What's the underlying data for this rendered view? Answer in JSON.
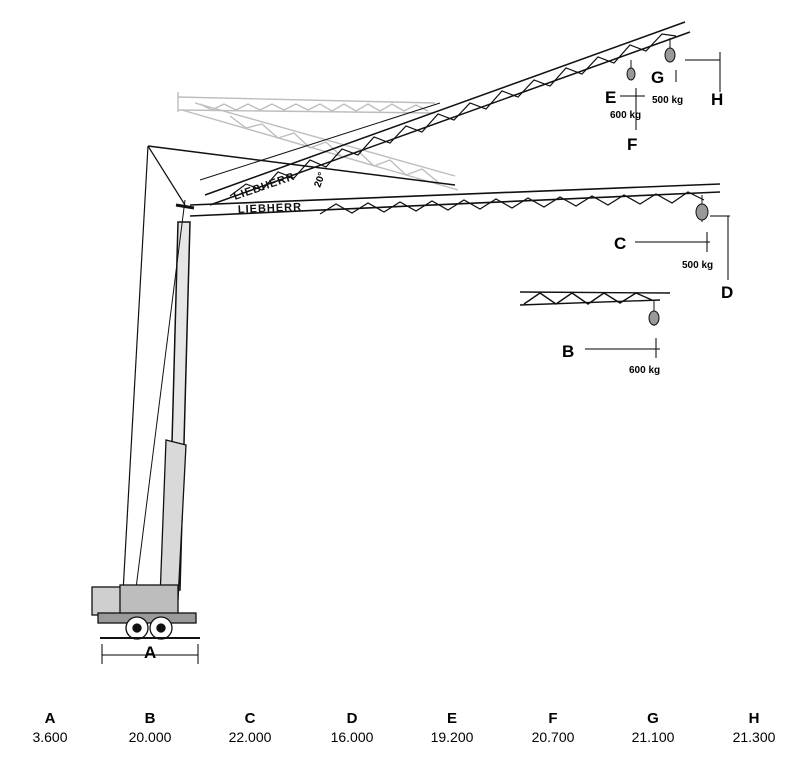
{
  "brand": "LIEBHERR",
  "angle": "20°",
  "markers": {
    "A": "A",
    "B": "B",
    "C": "C",
    "D": "D",
    "E": "E",
    "F": "F",
    "G": "G",
    "H": "H"
  },
  "loads": {
    "G": "500 kg",
    "E": "600 kg",
    "C": "500 kg",
    "B": "600 kg"
  },
  "dimensions": [
    {
      "key": "A",
      "value": "3.600"
    },
    {
      "key": "B",
      "value": "20.000"
    },
    {
      "key": "C",
      "value": "22.000"
    },
    {
      "key": "D",
      "value": "16.000"
    },
    {
      "key": "E",
      "value": "19.200"
    },
    {
      "key": "F",
      "value": "20.700"
    },
    {
      "key": "G",
      "value": "21.100"
    },
    {
      "key": "H",
      "value": "21.300"
    }
  ]
}
